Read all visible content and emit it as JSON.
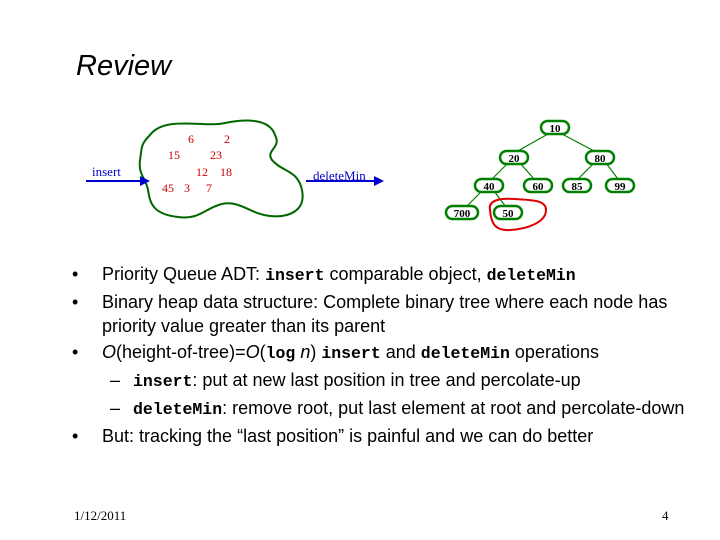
{
  "slide": {
    "title": "Review",
    "date": "1/12/2011",
    "page_number": "4"
  },
  "pq_diagram": {
    "insert_label": "insert",
    "deletemin_label": "deleteMin",
    "numbers": [
      "6",
      "2",
      "15",
      "23",
      "12",
      "18",
      "45",
      "3",
      "7"
    ],
    "number_color": "#cc0000",
    "arrow_color": "#0000cc",
    "blob_color": "#006600"
  },
  "heap_tree": {
    "nodes": [
      "10",
      "20",
      "80",
      "40",
      "60",
      "85",
      "99",
      "700",
      "50"
    ],
    "node_stroke": "#008000",
    "highlight_color": "#dd0000"
  },
  "bullets": {
    "b1": {
      "text1": "Priority Queue ADT: ",
      "code1": "insert",
      "text2": " comparable object, ",
      "code2": "deleteMin"
    },
    "b2": {
      "text1": "Binary heap data structure: Complete binary tree where each node has priority value greater than its parent"
    },
    "b3": {
      "italic1": "O",
      "text1": "(height-of-tree)=",
      "italic2": "O",
      "text2": "(",
      "code1": "log",
      "italic3": " n",
      "text3": ") ",
      "code2": "insert",
      "text4": " and ",
      "code3": "deleteMin",
      "text5": " operations"
    },
    "s1": {
      "code1": "insert",
      "text1": ": put at new last position in tree and percolate-up"
    },
    "s2": {
      "code1": "deleteMin",
      "text1": ": remove root, put last element at root and percolate-down"
    },
    "b4": {
      "text1": "But: tracking the “last position” is painful and we can do better"
    },
    "bullet_symbol": "•",
    "dash_symbol": "–"
  }
}
